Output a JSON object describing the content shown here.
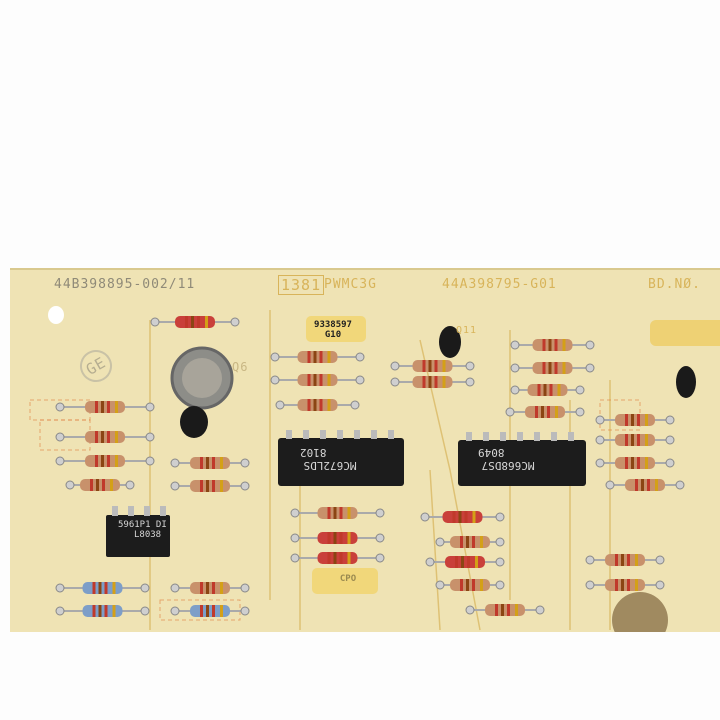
{
  "board": {
    "part_number": "44B398895-002/11",
    "date_code_box": "1381",
    "board_name": "PWMC3G",
    "assembly_number": "44A398795-G01",
    "bd_no": "BD.NØ.",
    "logo": "GE"
  },
  "labels": {
    "q6": "Q6",
    "q11": "Q11",
    "capacitor_top": [
      "9338597",
      "G10"
    ],
    "capacitor_bottom": "CPO"
  },
  "chips": {
    "ic_left_small": [
      "5961P1 DI",
      "L8038"
    ],
    "ic_middle": [
      "MC672LDS",
      "8102"
    ],
    "ic_right": [
      "MC668DS7",
      "8049"
    ]
  },
  "colors": {
    "board": "#efe3b4",
    "trace": "#d8b45a",
    "silkscreen_orange": "#e07a3a",
    "chip": "#1c1c1c"
  }
}
